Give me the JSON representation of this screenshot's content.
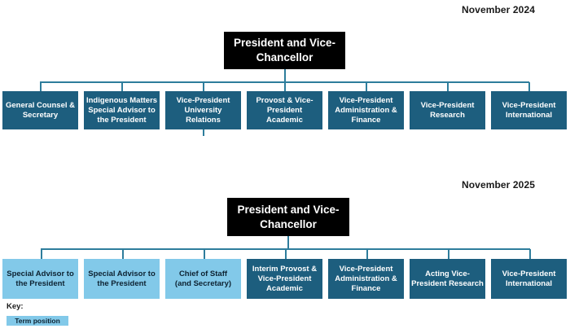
{
  "palette": {
    "root_box_bg": "#000000",
    "root_box_text": "#ffffff",
    "continuing_box_bg": "#1d5e7e",
    "continuing_box_text": "#ffffff",
    "term_box_bg": "#82c9e9",
    "term_box_text": "#0d2231",
    "connector_line": "#2e7d9c"
  },
  "charts": [
    {
      "date_label": "November 2024",
      "root_label": "President and Vice-\nChancellor",
      "boxes": [
        {
          "label": "General Counsel &\nSecretary",
          "style": "continuing"
        },
        {
          "label": "Indigenous Matters\nSpecial Advisor to\nthe President",
          "style": "continuing"
        },
        {
          "label": "Vice-President\nUniversity Relations",
          "style": "continuing"
        },
        {
          "label": "Provost & Vice-\nPresident Academic",
          "style": "continuing"
        },
        {
          "label": "Vice-President\nAdministration &\nFinance",
          "style": "continuing"
        },
        {
          "label": "Vice-President\nResearch",
          "style": "continuing"
        },
        {
          "label": "Vice-President\nInternational",
          "style": "continuing"
        }
      ]
    },
    {
      "date_label": "November 2025",
      "root_label": "President and Vice-\nChancellor",
      "boxes": [
        {
          "label": "Special Advisor to\nthe President",
          "style": "term"
        },
        {
          "label": "Special Advisor to\nthe President",
          "style": "term"
        },
        {
          "label": "Chief of Staff\n(and Secretary)",
          "style": "term"
        },
        {
          "label": "Interim Provost &\nVice-President\nAcademic",
          "style": "continuing"
        },
        {
          "label": "Vice-President\nAdministration &\nFinance",
          "style": "continuing"
        },
        {
          "label": "Acting Vice-\nPresident Research",
          "style": "continuing"
        },
        {
          "label": "Vice-President\nInternational",
          "style": "continuing"
        }
      ]
    }
  ],
  "key": {
    "title": "Key:",
    "entries": [
      {
        "label": "Term position",
        "swatch_color": "#82c9e9"
      }
    ]
  }
}
